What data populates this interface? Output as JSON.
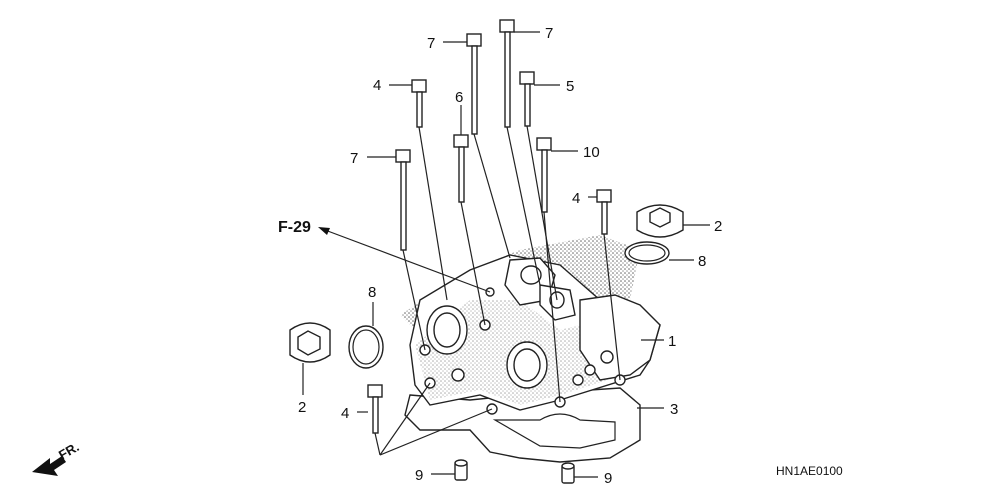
{
  "diagram": {
    "reference": "F-29",
    "direction": "FR.",
    "code": "HN1AE0100",
    "callouts": {
      "c1": "1",
      "c2a": "2",
      "c2b": "2",
      "c3": "3",
      "c4a": "4",
      "c4b": "4",
      "c4c": "4",
      "c5": "5",
      "c6": "6",
      "c7a": "7",
      "c7b": "7",
      "c7c": "7",
      "c8a": "8",
      "c8b": "8",
      "c9a": "9",
      "c9b": "9",
      "c10": "10"
    }
  }
}
